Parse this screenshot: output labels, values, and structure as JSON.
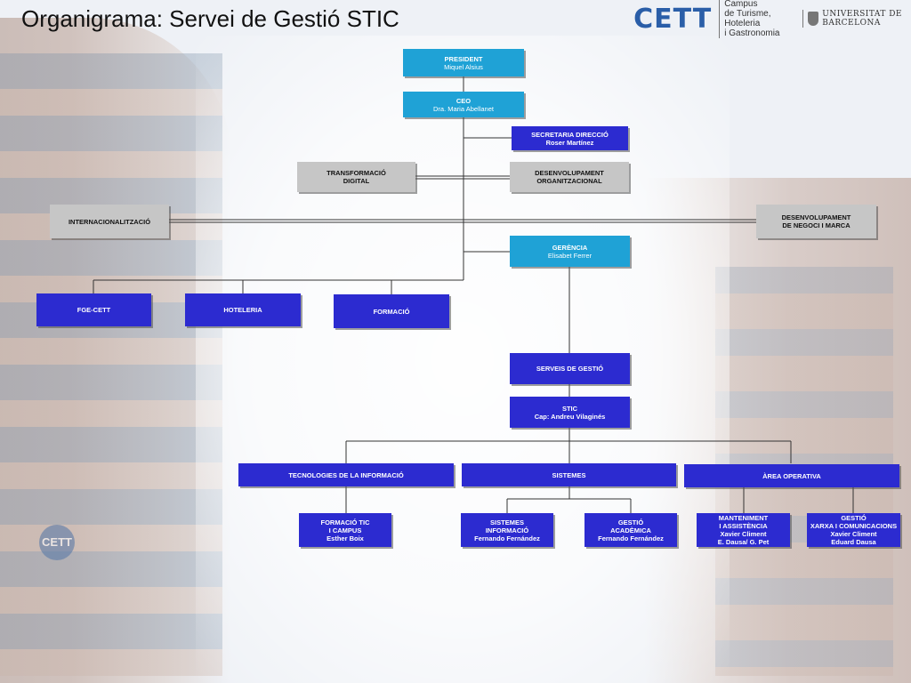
{
  "title": "Organigrama: Servei de Gestió STIC",
  "logo": {
    "cett": "CETT",
    "campus_lines": [
      "Campus",
      "de Turisme, Hoteleria",
      "i Gastronomia"
    ],
    "ub_lines": [
      "UNIVERSITAT DE",
      "BARCELONA"
    ]
  },
  "background_badge": "CETT",
  "colors": {
    "cyan": "#1fa2d6",
    "gray": "#c6c6c6",
    "blue": "#2c2bd0",
    "line": "#333333"
  },
  "nodes": {
    "president": {
      "title": "PRESIDENT",
      "name": "Miquel Alsius"
    },
    "ceo": {
      "title": "CEO",
      "name": "Dra. Maria Abellanet"
    },
    "secretaria": {
      "title": "SECRETARIA DIRECCIÓ",
      "name": "Roser Martínez"
    },
    "transformacio": {
      "line1": "TRANSFORMACIÓ",
      "line2": "DIGITAL"
    },
    "desenvolupament_org": {
      "line1": "DESENVOLUPAMENT",
      "line2": "ORGANITZACIONAL"
    },
    "internacionalitzacio": {
      "title": "INTERNACIONALITZACIÓ"
    },
    "negoci": {
      "line1": "DESENVOLUPAMENT",
      "line2": "DE NEGOCI I MARCA"
    },
    "gerencia": {
      "title": "GERÈNCIA",
      "name": "Elisabet Ferrer"
    },
    "fge": {
      "title": "FGE-CETT"
    },
    "hoteleria": {
      "title": "HOTELERIA"
    },
    "formacio": {
      "title": "FORMACIÓ"
    },
    "serveis": {
      "title": "SERVEIS DE GESTIÓ"
    },
    "stic": {
      "title": "STIC",
      "name": "Cap: Andreu Vilaginés"
    },
    "tecnologies": {
      "title": "TECNOLOGIES DE LA INFORMACIÓ"
    },
    "sistemes": {
      "title": "SISTEMES"
    },
    "area_operativa": {
      "title": "ÀREA OPERATIVA"
    },
    "formacio_tic": {
      "line1": "FORMACIÓ TIC",
      "line2": "I CAMPUS",
      "name": "Esther Boix"
    },
    "sistemes_informacio": {
      "line1": "SISTEMES",
      "line2": "INFORMACIÓ",
      "name": "Fernando Fernández"
    },
    "gestio_academica": {
      "line1": "GESTIÓ",
      "line2": "ACADÈMICA",
      "name": "Fernando Fernández"
    },
    "manteniment": {
      "line1": "MANTENIMENT",
      "line2": "I ASSISTÈNCIA",
      "name1": "Xavier Climent",
      "name2": "E. Dausa/ G. Pet"
    },
    "xarxa": {
      "line1": "GESTIÓ",
      "line2": "XARXA I COMUNICACIONS",
      "name1": "Xavier Climent",
      "name2": "Eduard Dausa"
    }
  }
}
